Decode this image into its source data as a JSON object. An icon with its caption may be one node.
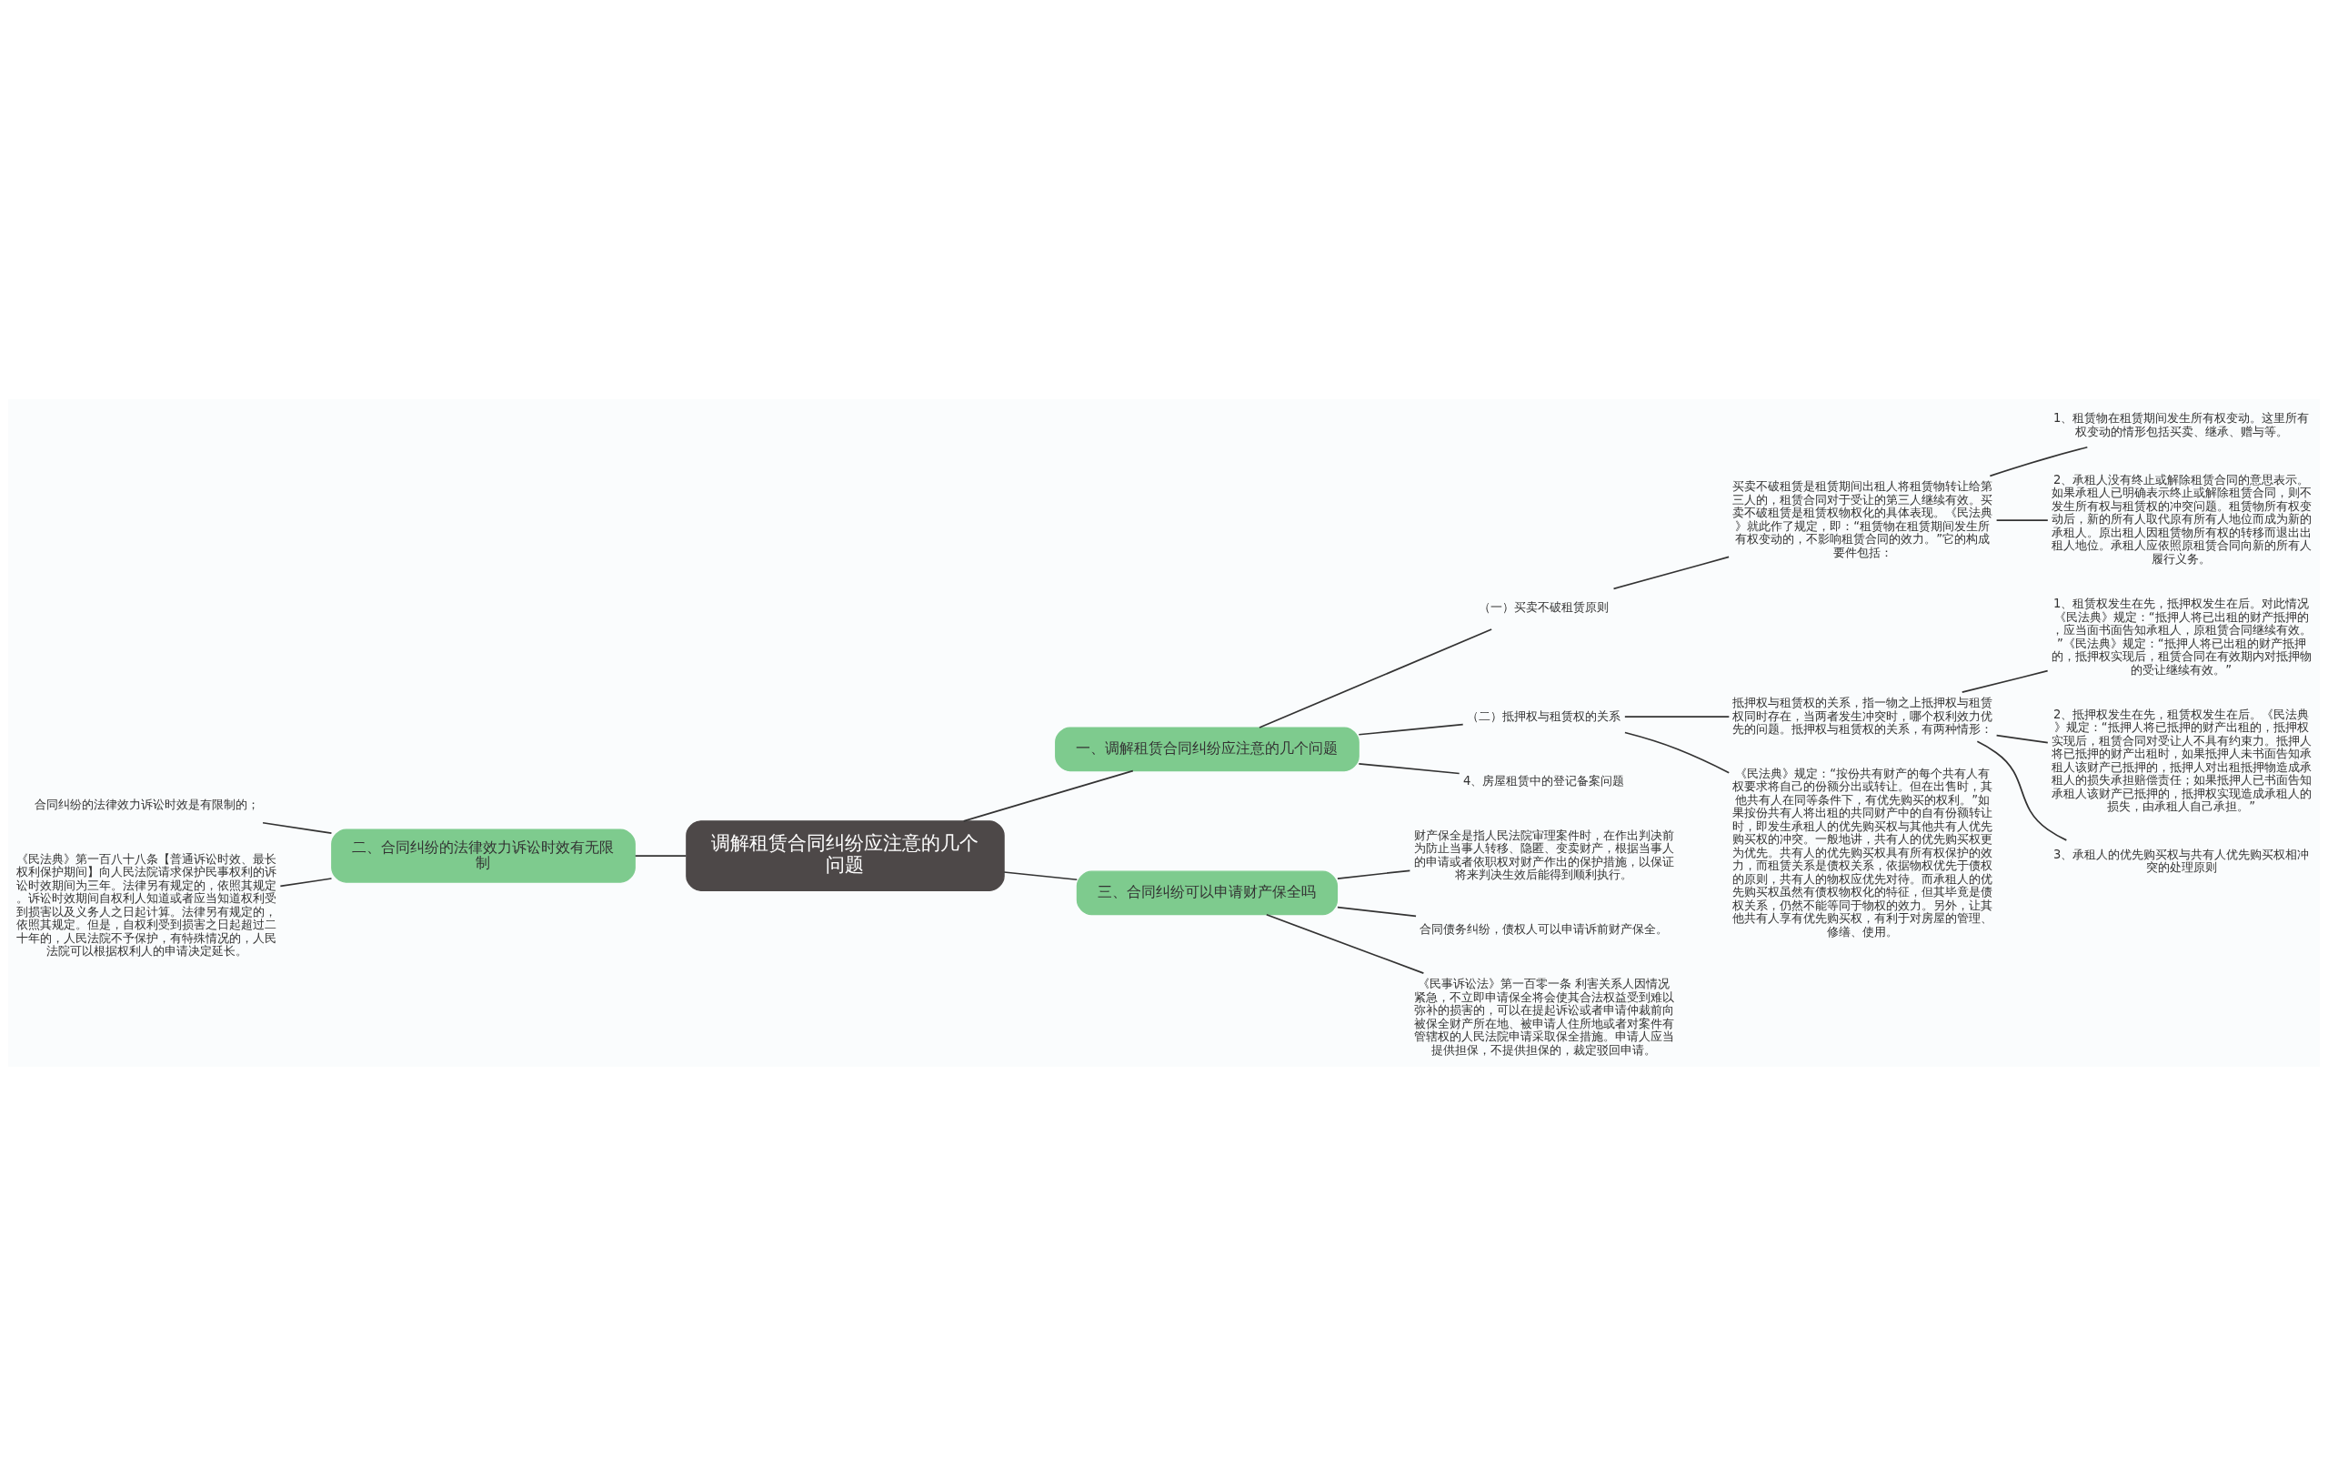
{
  "diagram": {
    "nodes": [
      {
        "text": [
          "调解租赁合同纠纷应注意的几个问题"
        ]
      },
      {
        "text": [
          "一、调解租赁合同纠纷应注意的几个问题"
        ]
      },
      {
        "text": [
          "（一）买卖不破租赁原则"
        ]
      },
      {
        "text": [
          "买卖不破租赁是租赁期间出租人将租赁物转让给第三人的，租赁合同对于受让的第三人继续有效。买卖不破租赁是租赁权物权化的具体表现。《民法典》就此作了规定，即：“租赁物在租赁期间发生所有权变动的，不影响租赁合同的效力。”它的构成要件包括："
        ]
      },
      {
        "text": [
          "1、租赁物在租赁期间发生所有权变动。这里所有权变动的情形包括买卖、继承、赠与等。"
        ]
      },
      {
        "text": [
          "2、承租人没有终止或解除租赁合同的意思表示。如果承租人已明确表示终止或解除租赁合同，则不发生所有权与租赁权的冲突问题。租赁物所有权变动后，新的所有人取代原有所有人地位而成为新的承租人。原出租人因租赁物所有权的转移而退出出租人地位。承租人应依照原租赁合同向新的所有人履行义务。"
        ]
      },
      {
        "text": [
          "（二）抵押权与租赁权的关系"
        ]
      },
      {
        "text": [
          "抵押权与租赁权的关系，指一物之上抵押权与租赁权同时存在，当两者发生冲突时，哪个权利效力优先的问题。抵押权与租赁权的关系，有两种情形："
        ]
      },
      {
        "text": [
          "1、租赁权发生在先，抵押权发生在后。对此情况《民法典》规定：“抵押人将已出租的财产抵押的，应当面书面告知承租人，原租赁合同继续有效。”《民法典》规定：“抵押人将已出租的财产抵押的，抵押权实现后，租赁合同在有效期内对抵押物的受让继续有效。”"
        ]
      },
      {
        "text": [
          "2、抵押权发生在先，租赁权发生在后。《民法典》规定：“抵押人将已抵押的财产出租的，抵押权实现后，租赁合同对受让人不具有约束力。抵押人将已抵押的财产出租时，如果抵押人未书面告知承租人该财产已抵押的，抵押人对出租抵押物造成承租人的损失承担赔偿责任；如果抵押人已书面告知承租人该财产已抵押的，抵押权实现造成承租人的损失，由承租人自己承担。”"
        ]
      },
      {
        "text": [
          "3、承租人的优先购买权与共有人优先购买权相冲突的处理原则"
        ]
      },
      {
        "text": [
          "《民法典》规定：“按份共有财产的每个共有人有权要求将自己的份额分出或转让。但在出售时，其他共有人在同等条件下，有优先购买的权利。”如果按份共有人将出租的共同财产中的自有份额转让时，即发生承租人的优先购买权与其他共有人优先购买权的冲突。一般地讲，共有人的优先购买权更为优先。共有人的优先购买权具有所有权保护的效力，而租赁关系是债权关系，依据物权优先于债权的原则，共有人的物权应优先对待。而承租人的优先购买权虽然有债权物权化的特征，但其毕竟是债权关系，仍然不能等同于物权的效力。另外，让其他共有人享有优先购买权，有利于对房屋的管理、修缮、使用。"
        ]
      },
      {
        "text": [
          "4、房屋租赁中的登记备案问题"
        ]
      },
      {
        "text": [
          "二、合同纠纷的法律效力诉讼时效有无限制"
        ]
      },
      {
        "text": [
          "合同纠纷的法律效力诉讼时效是有限制的；"
        ]
      },
      {
        "text": [
          "《民法典》第一百八十八条【普通诉讼时效、最长权利保护期间】向人民法院请求保护民事权利的诉讼时效期间为三年。法律另有规定的，依照其规定。诉讼时效期间自权利人知道或者应当知道权利受到损害以及义务人之日起计算。法律另有规定的，依照其规定。但是，自权利受到损害之日起超过二十年的，人民法院不予保护，有特殊情况的，人民法院可以根据权利人的申请决定延长。"
        ]
      },
      {
        "text": [
          "三、合同纠纷可以申请财产保全吗"
        ]
      },
      {
        "text": [
          "财产保全是指人民法院审理案件时，在作出判决前为防止当事人转移、隐匿、变卖财产，根据当事人的申请或者依职权对财产作出的保护措施，以保证将来判决生效后能得到顺利执行。"
        ]
      },
      {
        "text": [
          "合同债务纠纷，债权人可以申请诉前财产保全。"
        ]
      },
      {
        "text": [
          "《民事诉讼法》第一百零一条 利害关系人因情况紧急，不立即申请保全将会使其合法权益受到难以弥补的损害的，可以在提起诉讼或者申请仲裁前向被保全财产所在地、被申请人住所地或者对案件有管辖权的人民法院申请采取保全措施。申请人应当提供担保，不提供担保的，裁定驳回申请。"
        ]
      }
    ],
    "edges": [
      {
        "from": 0,
        "to": 1,
        "arrow": "none"
      },
      {
        "from": 1,
        "to": 2,
        "arrow": "none"
      },
      {
        "from": 2,
        "to": 3,
        "arrow": "none"
      },
      {
        "from": 3,
        "to": 4,
        "arrow": "none"
      },
      {
        "from": 3,
        "to": 5,
        "arrow": "none"
      },
      {
        "from": 1,
        "to": 6,
        "arrow": "none"
      },
      {
        "from": 6,
        "to": 7,
        "arrow": "none"
      },
      {
        "from": 7,
        "to": 8,
        "arrow": "none"
      },
      {
        "from": 7,
        "to": 9,
        "arrow": "none"
      },
      {
        "from": 7,
        "to": 10,
        "arrow": "none"
      },
      {
        "from": 6,
        "to": 11,
        "arrow": "none"
      },
      {
        "from": 1,
        "to": 12,
        "arrow": "none"
      },
      {
        "from": 0,
        "to": 13,
        "arrow": "none"
      },
      {
        "from": 13,
        "to": 14,
        "arrow": "none"
      },
      {
        "from": 13,
        "to": 15,
        "arrow": "none"
      },
      {
        "from": 0,
        "to": 16,
        "arrow": "none"
      },
      {
        "from": 16,
        "to": 17,
        "arrow": "none"
      },
      {
        "from": 16,
        "to": 18,
        "arrow": "none"
      },
      {
        "from": 16,
        "to": 19,
        "arrow": "none"
      }
    ]
  }
}
